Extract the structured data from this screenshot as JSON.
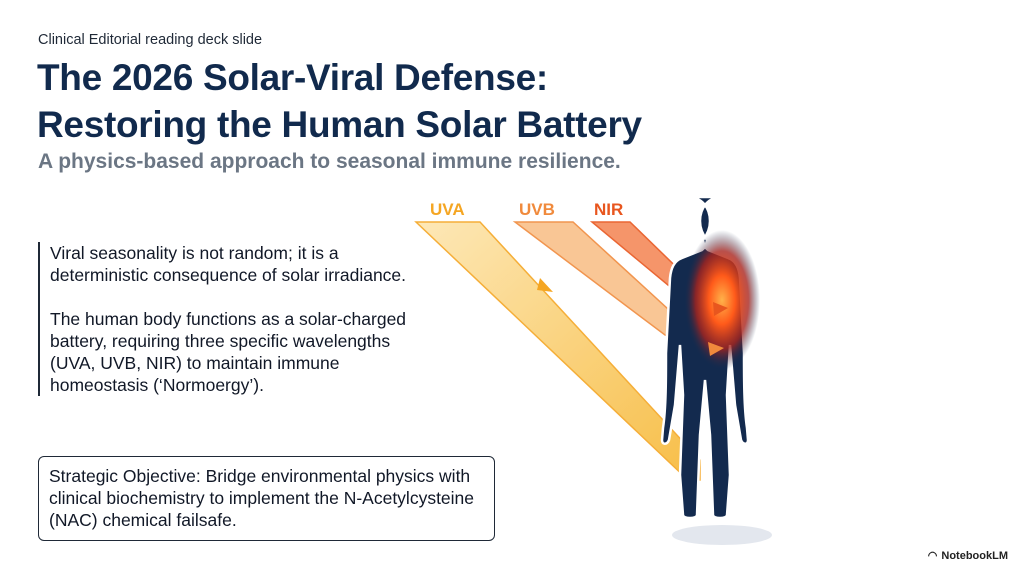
{
  "caption": "Clinical Editorial reading deck slide",
  "title_line1": "The 2026 Solar-Viral Defense:",
  "title_line2": "Restoring the Human Solar Battery",
  "subtitle": "A physics-based approach to seasonal immune resilience.",
  "paragraphs": [
    "Viral seasonality is not random; it is a deterministic consequence of solar irradiance.",
    "The human body functions as a solar-charged battery, requiring three specific wavelengths (UVA, UVB, NIR) to maintain immune homeostasis (‘Normoergy’)."
  ],
  "objective": "Strategic Objective: Bridge environmental physics with clinical biochemistry to implement the N-Acetylcysteine (NAC) chemical failsafe.",
  "figure": {
    "labels": {
      "uva": "UVA",
      "uvb": "UVB",
      "nir": "NIR"
    },
    "colors": {
      "uva": "#f5a623",
      "uvb": "#f08a3c",
      "nir": "#e8561e",
      "body": "#132a4e"
    }
  },
  "brand": "NotebookLM"
}
